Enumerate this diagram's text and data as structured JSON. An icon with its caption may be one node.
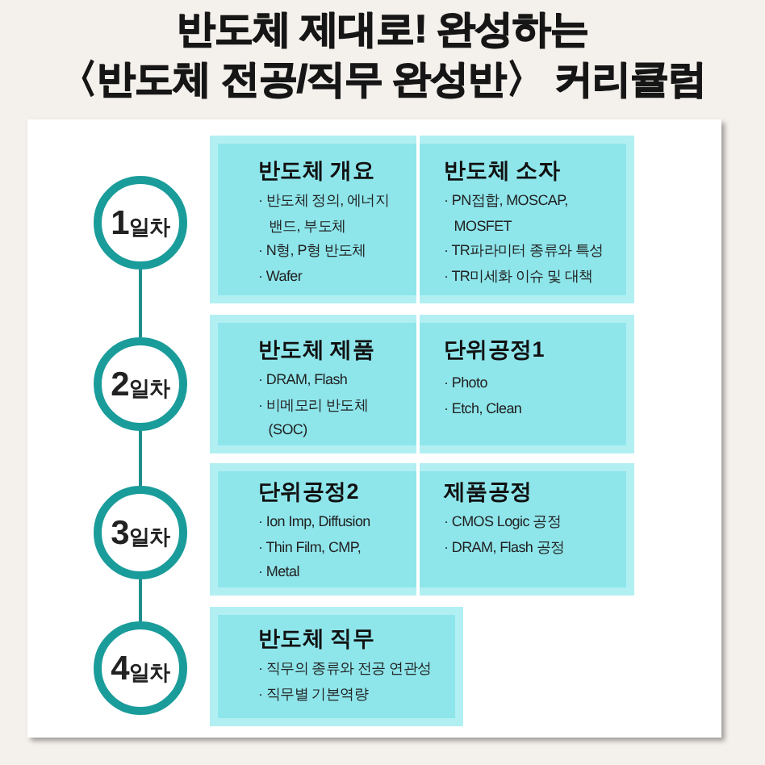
{
  "diagram": {
    "title": "반도체 제대로! 완성하는 〈반도체 전공/직무 완성반〉 커리큘럼",
    "nodes": [
      {
        "text": [
          "1일차"
        ]
      },
      {
        "text": [],
        "shape": "box"
      },
      {
        "text": [
          "반도체 개요",
          "· 반도체 정의, 에너지 밴드, 부도체",
          "· N형, P형 반도체",
          "· Wafer"
        ],
        "in": 1
      },
      {
        "text": [
          "반도체 소자",
          "· PN접합, MOSCAP, MOSFET",
          "· TR파라미터 종류와 특성",
          "· TR미세화 이슈 및 대책"
        ],
        "in": 1
      },
      {
        "text": [
          "2일차"
        ]
      },
      {
        "text": [],
        "shape": "box"
      },
      {
        "text": [
          "반도체 제품",
          "· DRAM, Flash",
          "· 비메모리 반도체 (SOC)"
        ],
        "in": 5
      },
      {
        "text": [
          "단위공정1",
          "· Photo",
          "· Etch, Clean"
        ],
        "in": 5
      },
      {
        "text": [
          "3일차"
        ]
      },
      {
        "text": [],
        "shape": "box"
      },
      {
        "text": [
          "단위공정2",
          "· Ion Imp, Diffusion",
          "· Thin Film, CMP,",
          "· Metal"
        ],
        "in": 9
      },
      {
        "text": [
          "제품공정",
          "· CMOS Logic 공정",
          "· DRAM, Flash 공정"
        ],
        "in": 9
      },
      {
        "text": [
          "4일차"
        ]
      },
      {
        "text": [],
        "shape": "box"
      },
      {
        "text": [
          "반도체 직무",
          "· 직무의 종류와 전공 연관성",
          "· 직무별 기본역량"
        ],
        "in": 13
      }
    ],
    "edges": [
      {
        "from": 0,
        "to": 4,
        "arrow": "none"
      },
      {
        "from": 4,
        "to": 8,
        "arrow": "none"
      },
      {
        "from": 8,
        "to": 12,
        "arrow": "none"
      }
    ]
  }
}
